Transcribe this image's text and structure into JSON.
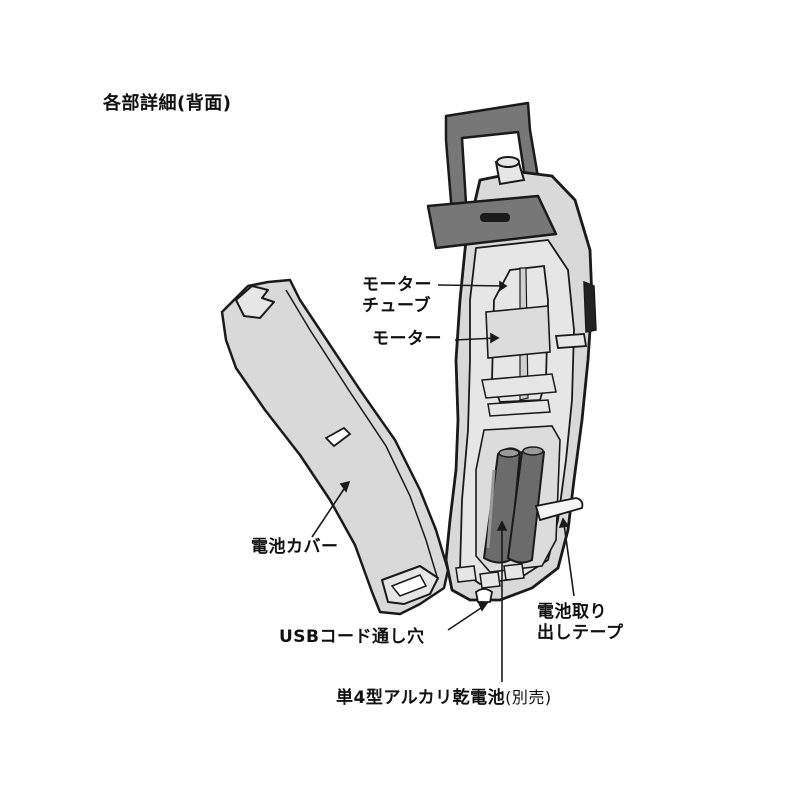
{
  "title": "各部詳細(背面)",
  "labels": {
    "motor_tube_line1": "モーター",
    "motor_tube_line2": "チューブ",
    "motor": "モーター",
    "battery_cover": "電池カバー",
    "usb_hole": "USBコード通し穴",
    "tape_line1": "電池取り",
    "tape_line2": "出しテープ",
    "battery_main": "単4型アルカリ乾電池",
    "battery_note": "(別売)"
  },
  "colors": {
    "outline": "#1a1a1a",
    "body_fill": "#d9d9d9",
    "body_fill_light": "#e6e6e6",
    "handle_fill": "#777777",
    "battery_fill": "#6b6b6b",
    "background": "#ffffff"
  }
}
